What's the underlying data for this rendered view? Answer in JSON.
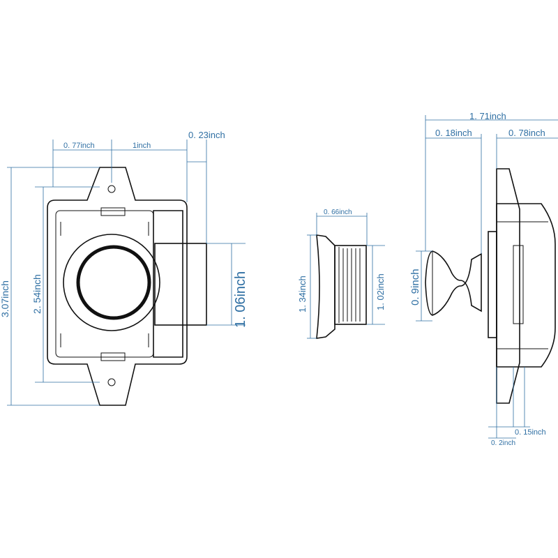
{
  "colors": {
    "dimension": "#2f6fa3",
    "outline": "#111111",
    "background": "#ffffff"
  },
  "front_view": {
    "dims": {
      "left_offset": "0. 77inch",
      "hole_to_body": "1inch",
      "button_protrusion": "0. 23inch",
      "overall_height": "3.07inch",
      "body_height": "2. 54inch",
      "button_height": "1. 06inch"
    }
  },
  "middle_view": {
    "dims": {
      "depth": "0. 66inch",
      "flange_height": "1. 34inch",
      "body_height": "1. 02inch"
    }
  },
  "side_view": {
    "dims": {
      "overall_length": "1. 71inch",
      "knob_length": "0. 18inch",
      "housing_length": "0. 78inch",
      "knob_diameter": "0. 9inch",
      "plate_thickness": "0. 15inch",
      "flange_offset": "0. 2inch"
    }
  }
}
